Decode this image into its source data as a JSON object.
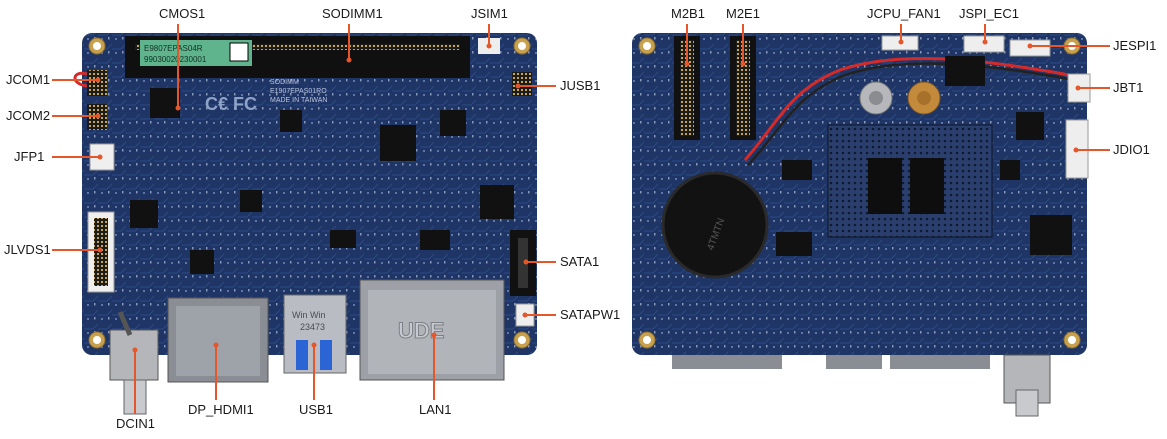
{
  "colors": {
    "pcb": "#1f3566",
    "pcb_dark": "#142648",
    "trace": "#2b4a86",
    "leader": "#e5562a",
    "label_text": "#1a1a1a",
    "metal": "#b9bcc2",
    "connector_white": "#eeeeee"
  },
  "sodimm_sticker": {
    "line1": "E9807EPAS04R",
    "line2": "99030020230001"
  },
  "silkscreen": {
    "line1": "SODIMM",
    "line2": "E1907EPAS01RO",
    "line3": "MADE IN TAIWAN"
  },
  "marks": {
    "usb": "Win Win",
    "usb_code": "23473",
    "lan": "UDE",
    "battery": "4TMTN"
  },
  "front_labels": {
    "cmos1": "CMOS1",
    "sodimm1": "SODIMM1",
    "jsim1": "JSIM1",
    "jcom1": "JCOM1",
    "jusb1": "JUSB1",
    "jcom2": "JCOM2",
    "jfp1": "JFP1",
    "jlvds1": "JLVDS1",
    "sata1": "SATA1",
    "satapw1": "SATAPW1",
    "dcin1": "DCIN1",
    "dp_hdmi1": "DP_HDMI1",
    "usb1": "USB1",
    "lan1": "LAN1"
  },
  "back_labels": {
    "m2b1": "M2B1",
    "m2e1": "M2E1",
    "jcpu_fan1": "JCPU_FAN1",
    "jspi_ec1": "JSPI_EC1",
    "jespi1": "JESPI1",
    "jbt1": "JBT1",
    "jdio1": "JDIO1"
  }
}
